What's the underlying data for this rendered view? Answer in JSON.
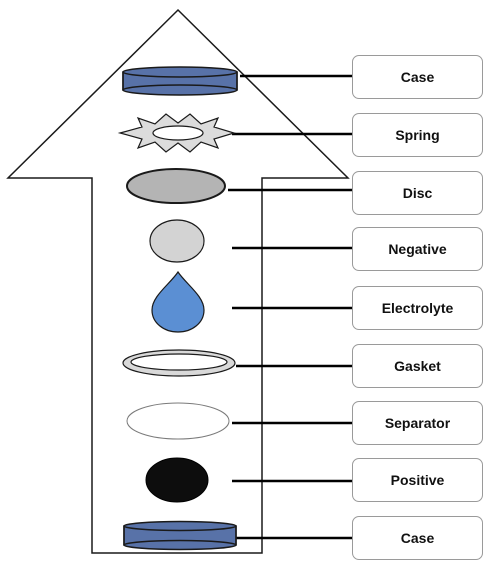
{
  "colors": {
    "case_fill": "#5872a8",
    "spring_fill": "#dcdcdc",
    "disc_fill": "#b4b4b4",
    "negative_fill": "#d3d3d3",
    "electrolyte_fill": "#5b8fd3",
    "gasket_fill": "#d9d9d9",
    "separator_fill": "#ffffff",
    "positive_fill": "#0d0d0d",
    "stroke": "#1a1a1a"
  },
  "components": [
    {
      "key": "case-top",
      "label": "Case",
      "shape": "flat-cylinder"
    },
    {
      "key": "spring",
      "label": "Spring",
      "shape": "star-spring"
    },
    {
      "key": "disc",
      "label": "Disc",
      "shape": "ellipse"
    },
    {
      "key": "negative",
      "label": "Negative",
      "shape": "circle"
    },
    {
      "key": "electrolyte",
      "label": "Electrolyte",
      "shape": "drop"
    },
    {
      "key": "gasket",
      "label": "Gasket",
      "shape": "ring"
    },
    {
      "key": "separator",
      "label": "Separator",
      "shape": "ellipse-outline"
    },
    {
      "key": "positive",
      "label": "Positive",
      "shape": "ellipse"
    },
    {
      "key": "case-bottom",
      "label": "Case",
      "shape": "flat-cylinder"
    }
  ]
}
